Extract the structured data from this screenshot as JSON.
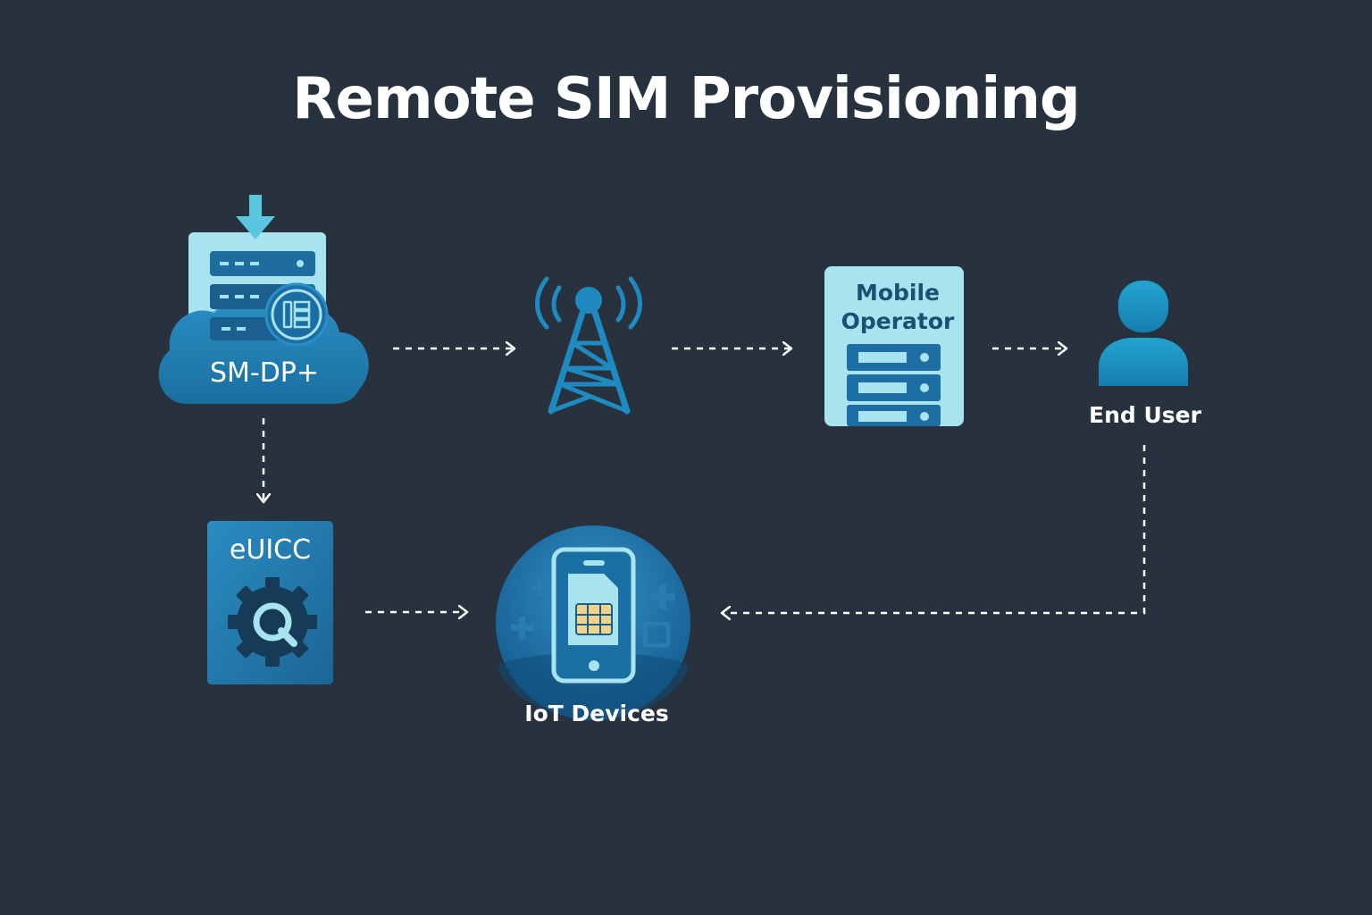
{
  "title": "Remote SIM Provisioning",
  "nodes": {
    "smdp": {
      "label": "SM-DP+",
      "icon": "cloud-server-download-icon"
    },
    "tower": {
      "icon": "cell-tower-icon"
    },
    "operator": {
      "line1": "Mobile",
      "line2": "Operator",
      "icon": "server-rack-icon"
    },
    "end_user": {
      "label": "End User",
      "icon": "user-icon"
    },
    "euicc": {
      "label": "eUICC",
      "icon": "gear-chip-icon"
    },
    "iot": {
      "label": "IoT Devices",
      "icon": "phone-sim-icon"
    }
  },
  "colors": {
    "background": "#28323f",
    "light_cyan": "#a8e4f0",
    "mid_blue": "#1d7bb0",
    "dark_panel": "#1f3f5a",
    "text": "#ffffff",
    "arrow": "#ffffff",
    "sim_gold": "#f2d38b"
  },
  "edges": [
    {
      "from": "smdp",
      "to": "tower"
    },
    {
      "from": "tower",
      "to": "operator"
    },
    {
      "from": "operator",
      "to": "end_user"
    },
    {
      "from": "smdp",
      "to": "euicc"
    },
    {
      "from": "euicc",
      "to": "iot"
    },
    {
      "from": "end_user",
      "to": "iot"
    }
  ]
}
